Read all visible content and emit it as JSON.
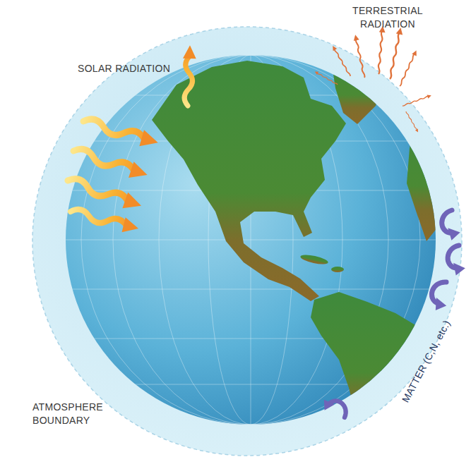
{
  "diagram": {
    "labels": [
      "SOLAR RADIATION",
      "TERRESTRIAL RADIATION",
      "MATTER (C,N, etc.)",
      "ATMOSPHERE BOUNDARY"
    ]
  }
}
